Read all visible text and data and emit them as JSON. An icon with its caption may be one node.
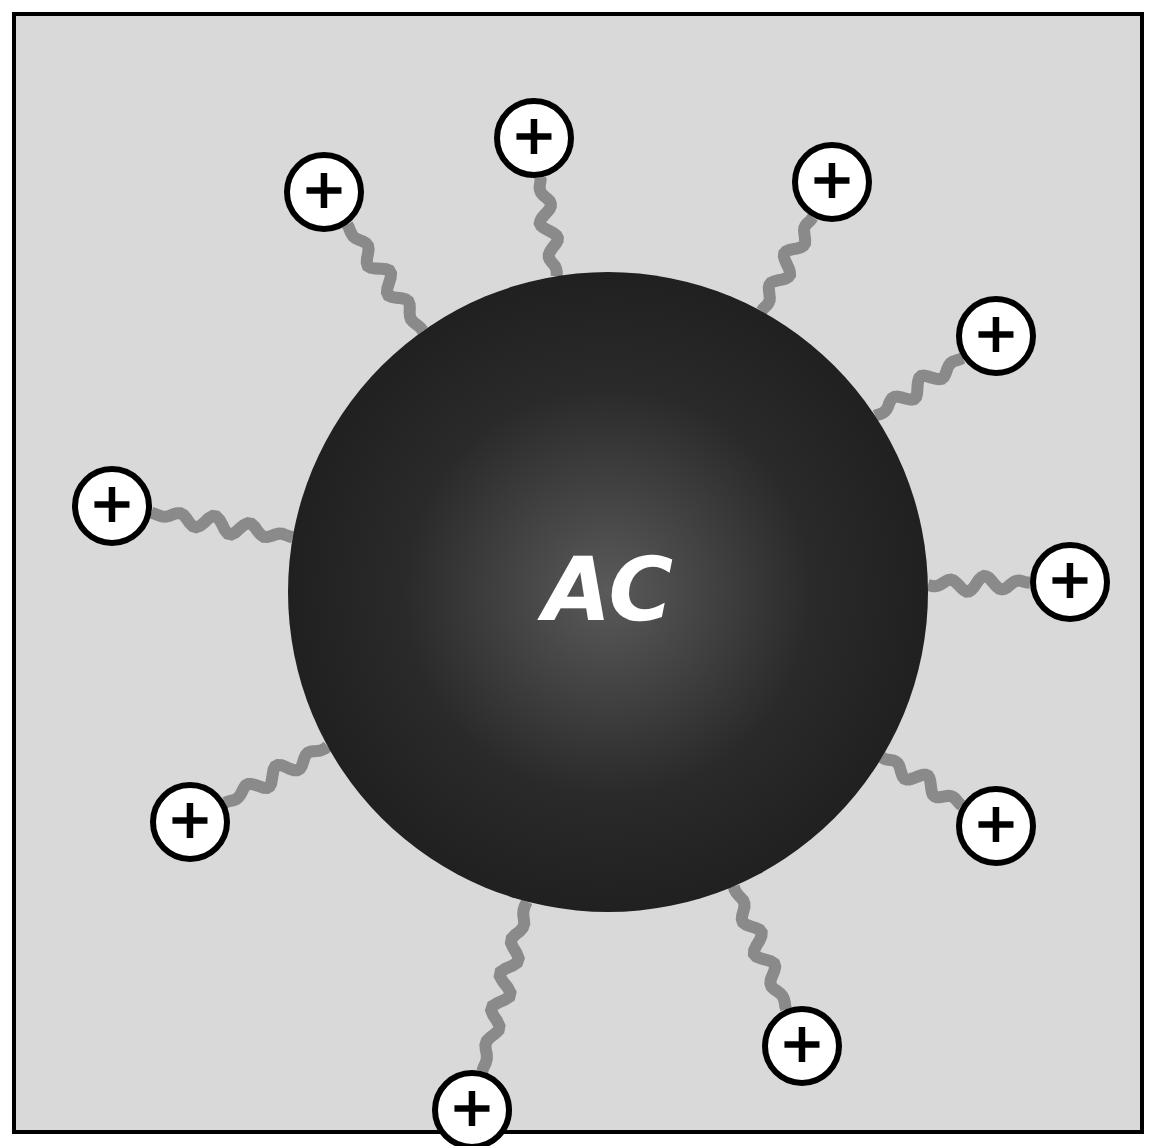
{
  "diagram": {
    "nodes": [
      {
        "text": [
          "AC"
        ]
      },
      {
        "text": [
          "+"
        ]
      },
      {
        "text": [
          "+"
        ]
      },
      {
        "text": [
          "+"
        ]
      },
      {
        "text": [
          "+"
        ]
      },
      {
        "text": [
          "+"
        ]
      },
      {
        "text": [
          "+"
        ]
      },
      {
        "text": [
          "+"
        ]
      },
      {
        "text": [
          "+"
        ]
      },
      {
        "text": [
          "+"
        ]
      },
      {
        "text": [
          "+"
        ]
      }
    ],
    "edges": [
      {
        "from": 1,
        "to": 0,
        "arrow": "none"
      },
      {
        "from": 2,
        "to": 0,
        "arrow": "none"
      },
      {
        "from": 3,
        "to": 0,
        "arrow": "none"
      },
      {
        "from": 4,
        "to": 0,
        "arrow": "none"
      },
      {
        "from": 5,
        "to": 0,
        "arrow": "none"
      },
      {
        "from": 6,
        "to": 0,
        "arrow": "none"
      },
      {
        "from": 7,
        "to": 0,
        "arrow": "none"
      },
      {
        "from": 8,
        "to": 0,
        "arrow": "none"
      },
      {
        "from": 9,
        "to": 0,
        "arrow": "none"
      },
      {
        "from": 10,
        "to": 0,
        "arrow": "none"
      }
    ]
  }
}
